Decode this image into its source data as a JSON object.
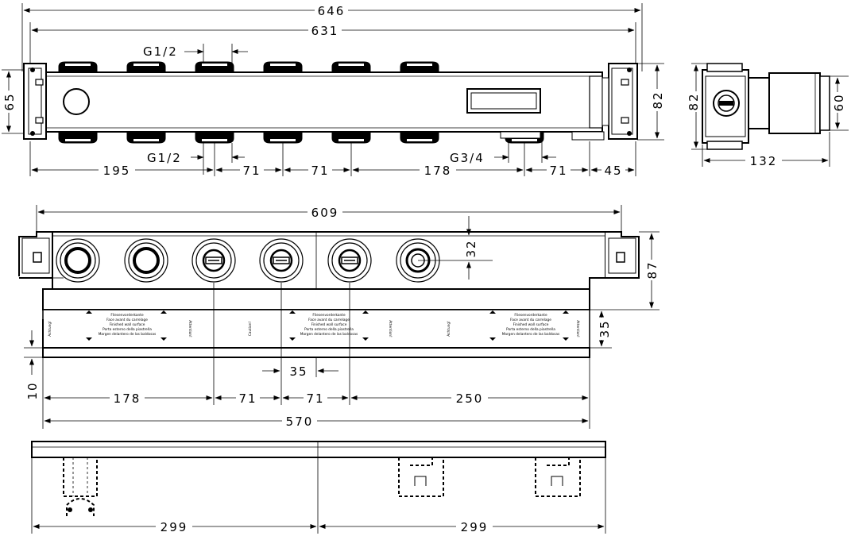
{
  "top_view": {
    "overall_length": "646",
    "body_length": "631",
    "height": "65",
    "depth": "82",
    "thread_top": "G1/2",
    "thread_bottom": "G1/2",
    "thread_right": "G3/4",
    "spacing_first": "195",
    "spacing_a": "71",
    "spacing_b": "71",
    "spacing_c": "178",
    "spacing_d": "71",
    "spacing_end": "45"
  },
  "side_view": {
    "depth": "132",
    "height": "82",
    "width": "60"
  },
  "front_view": {
    "length": "609",
    "outlet_offset": "32",
    "height": "87",
    "plate_height": "35",
    "bottom_offset": "10",
    "center_offset": "35",
    "spacing_first": "178",
    "spacing_a": "71",
    "spacing_b": "71",
    "spacing_last": "250",
    "total": "570",
    "label_de": "Fliesenvorderkante",
    "label_fr": "Face avant du carrelage",
    "label_en": "Finished wall surface",
    "label_it": "Porta esterno della piastrella",
    "label_es": "Margen delantero de las baldosas",
    "side_note_1": "Achtung!",
    "side_note_2": "Caution!",
    "side_note_3": "Attention!"
  },
  "bracket_view": {
    "half_left": "299",
    "half_right": "299"
  }
}
